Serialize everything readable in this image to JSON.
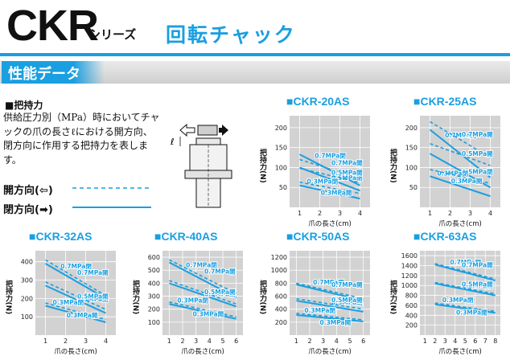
{
  "header": {
    "series": "CKR",
    "series_suffix": "シリーズ",
    "subtitle": "回転チャック"
  },
  "section": {
    "title": "性能データ"
  },
  "intro": {
    "heading": "■把持力",
    "description": "供給圧力別（MPa）時においてチャックの爪の長さℓにおける開方向、閉方向に作用する把持力を表します。",
    "open_label": "開方向(⇦)",
    "close_label": "閉方向(➡)",
    "diagram_label": "ℓ"
  },
  "colors": {
    "accent": "#1a9fe0",
    "plot_bg": "#d2d2d2"
  },
  "chart_data": [
    {
      "type": "line",
      "title": "■CKR-20AS",
      "xlabel": "爪の長さ(cm)",
      "ylabel": "把持力(N)",
      "xlim": [
        0.5,
        4.5
      ],
      "ylim": [
        0,
        230
      ],
      "xticks": [
        1,
        2,
        3,
        4
      ],
      "yticks": [
        50,
        100,
        150,
        200
      ],
      "series": [
        {
          "name": "0.7MPa閉",
          "style": "solid",
          "x": [
            1,
            4
          ],
          "values": [
            133,
            55
          ]
        },
        {
          "name": "0.7MPa開",
          "style": "dashed",
          "x": [
            1,
            4
          ],
          "values": [
            120,
            73
          ]
        },
        {
          "name": "0.5MPa閉",
          "style": "solid",
          "x": [
            1,
            4
          ],
          "values": [
            100,
            42
          ]
        },
        {
          "name": "0.5MPa開",
          "style": "dashed",
          "x": [
            1,
            4
          ],
          "values": [
            98,
            62
          ]
        },
        {
          "name": "0.3MPa閉",
          "style": "solid",
          "x": [
            1,
            4
          ],
          "values": [
            55,
            22
          ]
        },
        {
          "name": "0.3MPa開",
          "style": "dashed",
          "x": [
            1,
            4
          ],
          "values": [
            63,
            35
          ]
        }
      ]
    },
    {
      "type": "line",
      "title": "■CKR-25AS",
      "xlabel": "爪の長さ(cm)",
      "ylabel": "把持力(N)",
      "xlim": [
        0.5,
        4.5
      ],
      "ylim": [
        0,
        230
      ],
      "xticks": [
        1,
        2,
        3,
        4
      ],
      "yticks": [
        50,
        100,
        150,
        200
      ],
      "series": [
        {
          "name": "0.7MPa閉",
          "style": "solid",
          "x": [
            1,
            4
          ],
          "values": [
            195,
            75
          ]
        },
        {
          "name": "0.7MPa開",
          "style": "dashed",
          "x": [
            1,
            4
          ],
          "values": [
            215,
            125
          ]
        },
        {
          "name": "0.5MPa閉",
          "style": "solid",
          "x": [
            1,
            4
          ],
          "values": [
            135,
            50
          ]
        },
        {
          "name": "0.5MPa開",
          "style": "dashed",
          "x": [
            1,
            4
          ],
          "values": [
            160,
            105
          ]
        },
        {
          "name": "0.3MPa閉",
          "style": "solid",
          "x": [
            1,
            4
          ],
          "values": [
            78,
            28
          ]
        },
        {
          "name": "0.3MPa開",
          "style": "dashed",
          "x": [
            1,
            4
          ],
          "values": [
            95,
            60
          ]
        }
      ]
    },
    {
      "type": "line",
      "title": "■CKR-32AS",
      "xlabel": "爪の長さ(cm)",
      "ylabel": "把持力(N)",
      "xlim": [
        0.5,
        4.5
      ],
      "ylim": [
        0,
        460
      ],
      "xticks": [
        1,
        2,
        3,
        4
      ],
      "yticks": [
        100,
        200,
        300,
        400
      ],
      "series": [
        {
          "name": "0.7MPa閉",
          "style": "solid",
          "x": [
            1,
            4
          ],
          "values": [
            390,
            200
          ]
        },
        {
          "name": "0.7MPa開",
          "style": "dashed",
          "x": [
            1,
            4
          ],
          "values": [
            410,
            215
          ]
        },
        {
          "name": "0.5MPa閉",
          "style": "solid",
          "x": [
            1,
            4
          ],
          "values": [
            270,
            120
          ]
        },
        {
          "name": "0.5MPa開",
          "style": "dashed",
          "x": [
            1,
            4
          ],
          "values": [
            290,
            140
          ]
        },
        {
          "name": "0.3MPa閉",
          "style": "solid",
          "x": [
            1,
            4
          ],
          "values": [
            160,
            70
          ]
        },
        {
          "name": "0.3MPa開",
          "style": "dashed",
          "x": [
            1,
            4
          ],
          "values": [
            175,
            85
          ]
        }
      ]
    },
    {
      "type": "line",
      "title": "■CKR-40AS",
      "xlabel": "爪の長さ(cm)",
      "ylabel": "把持力(N)",
      "xlim": [
        0.5,
        6.5
      ],
      "ylim": [
        0,
        650
      ],
      "xticks": [
        1,
        2,
        3,
        4,
        5,
        6
      ],
      "yticks": [
        100,
        200,
        300,
        400,
        500,
        600
      ],
      "series": [
        {
          "name": "0.7MPa閉",
          "style": "solid",
          "x": [
            1,
            6
          ],
          "values": [
            560,
            290
          ]
        },
        {
          "name": "0.7MPa開",
          "style": "dashed",
          "x": [
            1,
            6
          ],
          "values": [
            580,
            320
          ]
        },
        {
          "name": "0.5MPa閉",
          "style": "solid",
          "x": [
            1,
            6
          ],
          "values": [
            400,
            220
          ]
        },
        {
          "name": "0.5MPa開",
          "style": "dashed",
          "x": [
            1,
            6
          ],
          "values": [
            420,
            240
          ]
        },
        {
          "name": "0.3MPa閉",
          "style": "solid",
          "x": [
            1,
            6
          ],
          "values": [
            240,
            125
          ]
        },
        {
          "name": "0.3MPa開",
          "style": "dashed",
          "x": [
            1,
            6
          ],
          "values": [
            255,
            140
          ]
        }
      ]
    },
    {
      "type": "line",
      "title": "■CKR-50AS",
      "xlabel": "爪の長さ(cm)",
      "ylabel": "把持力(N)",
      "xlim": [
        0.5,
        6.5
      ],
      "ylim": [
        0,
        1300
      ],
      "xticks": [
        1,
        2,
        3,
        4,
        5,
        6
      ],
      "yticks": [
        200,
        400,
        600,
        800,
        1000,
        1200
      ],
      "series": [
        {
          "name": "0.7MPa閉",
          "style": "solid",
          "x": [
            1,
            6
          ],
          "values": [
            780,
            530
          ]
        },
        {
          "name": "0.7MPa開",
          "style": "dashed",
          "x": [
            1,
            6
          ],
          "values": [
            800,
            560
          ]
        },
        {
          "name": "0.5MPa閉",
          "style": "solid",
          "x": [
            1,
            6
          ],
          "values": [
            530,
            360
          ]
        },
        {
          "name": "0.5MPa開",
          "style": "dashed",
          "x": [
            1,
            6
          ],
          "values": [
            560,
            400
          ]
        },
        {
          "name": "0.3MPa閉",
          "style": "solid",
          "x": [
            1,
            6
          ],
          "values": [
            310,
            210
          ]
        },
        {
          "name": "0.3MPa開",
          "style": "dashed",
          "x": [
            1,
            6
          ],
          "values": [
            335,
            235
          ]
        }
      ]
    },
    {
      "type": "line",
      "title": "■CKR-63AS",
      "xlabel": "爪の長さ(cm)",
      "ylabel": "把持力(N)",
      "xlim": [
        0.5,
        8.5
      ],
      "ylim": [
        0,
        1700
      ],
      "xticks": [
        1,
        2,
        3,
        4,
        5,
        6,
        7,
        8
      ],
      "yticks": [
        200,
        400,
        600,
        800,
        1000,
        1200,
        1400,
        1600
      ],
      "series": [
        {
          "name": "0.7MPa閉",
          "style": "solid",
          "x": [
            2,
            8
          ],
          "values": [
            1420,
            1100
          ]
        },
        {
          "name": "0.7MPa開",
          "style": "dashed",
          "x": [
            2,
            8
          ],
          "values": [
            1440,
            1130
          ]
        },
        {
          "name": "0.5MPa閉",
          "style": "solid",
          "x": [
            2,
            8
          ],
          "values": [
            1040,
            800
          ]
        },
        {
          "name": "0.5MPa開",
          "style": "dashed",
          "x": [
            2,
            8
          ],
          "values": [
            1060,
            830
          ]
        },
        {
          "name": "0.3MPa閉",
          "style": "solid",
          "x": [
            2,
            8
          ],
          "values": [
            620,
            450
          ]
        },
        {
          "name": "0.3MPa開",
          "style": "dashed",
          "x": [
            2,
            8
          ],
          "values": [
            645,
            480
          ]
        }
      ]
    }
  ]
}
